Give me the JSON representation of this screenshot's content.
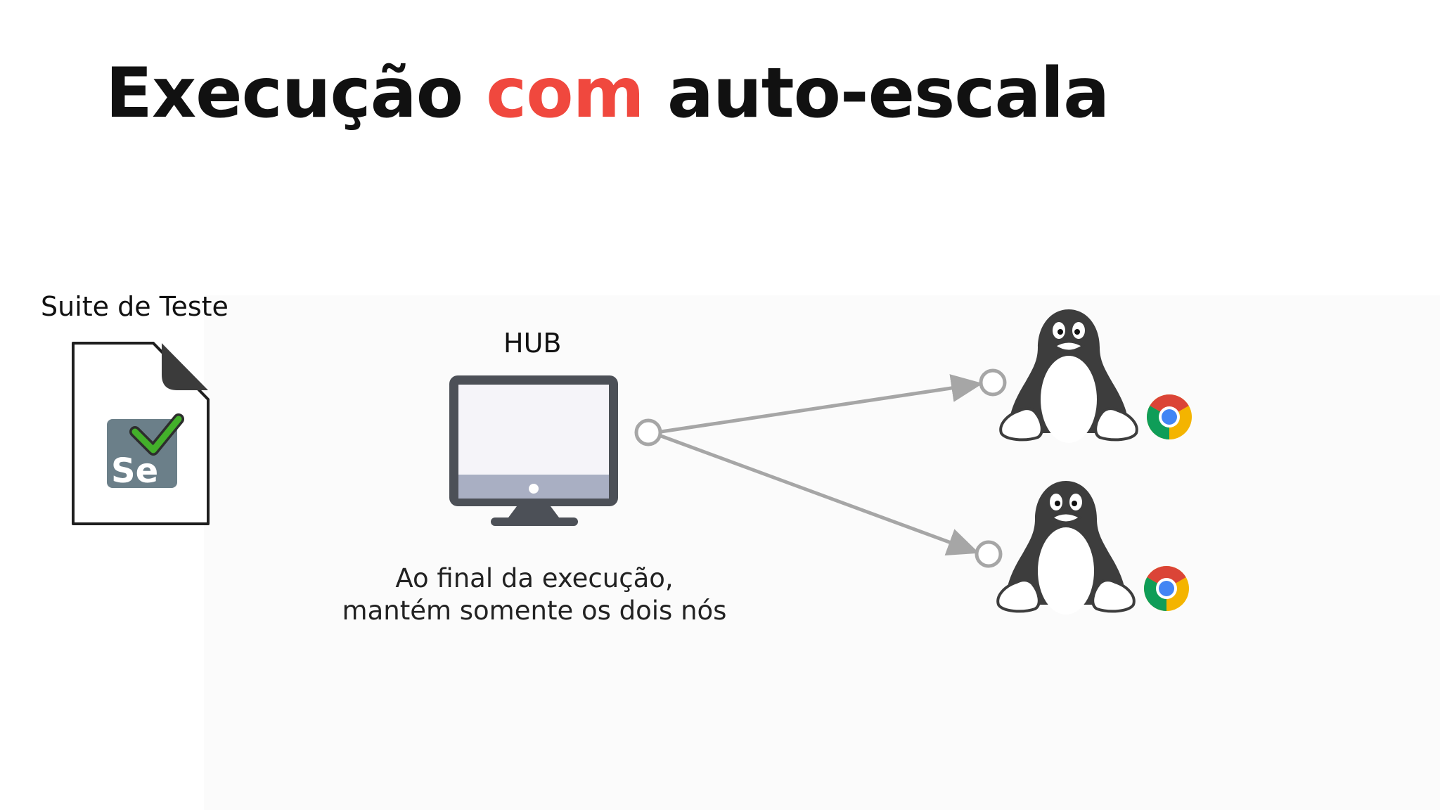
{
  "title": {
    "before": "Execução ",
    "accent": "com",
    "after": " auto-escala"
  },
  "suite": {
    "label": "Suite de Teste",
    "badge_text": "Se",
    "icon": "selenium-file-icon"
  },
  "hub": {
    "label": "HUB",
    "icon": "monitor-icon"
  },
  "caption": {
    "line1": "Ao final da execução,",
    "line2": "mantém somente os dois nós"
  },
  "nodes": [
    {
      "os_icon": "linux-tux-icon",
      "browser_icon": "chrome-icon"
    },
    {
      "os_icon": "linux-tux-icon",
      "browser_icon": "chrome-icon"
    }
  ],
  "colors": {
    "accent": "#f0483e",
    "title": "#111111",
    "connector": "#a6a6a6",
    "selenium_badge": "#6b7f89",
    "selenium_check": "#43b02a",
    "monitor_frame": "#4c5057",
    "monitor_screen": "#f5f4f9",
    "monitor_band": "#a9afc3",
    "chrome_red": "#db4437",
    "chrome_green": "#0f9d58",
    "chrome_yellow": "#f4b400",
    "chrome_blue": "#4285f4"
  }
}
